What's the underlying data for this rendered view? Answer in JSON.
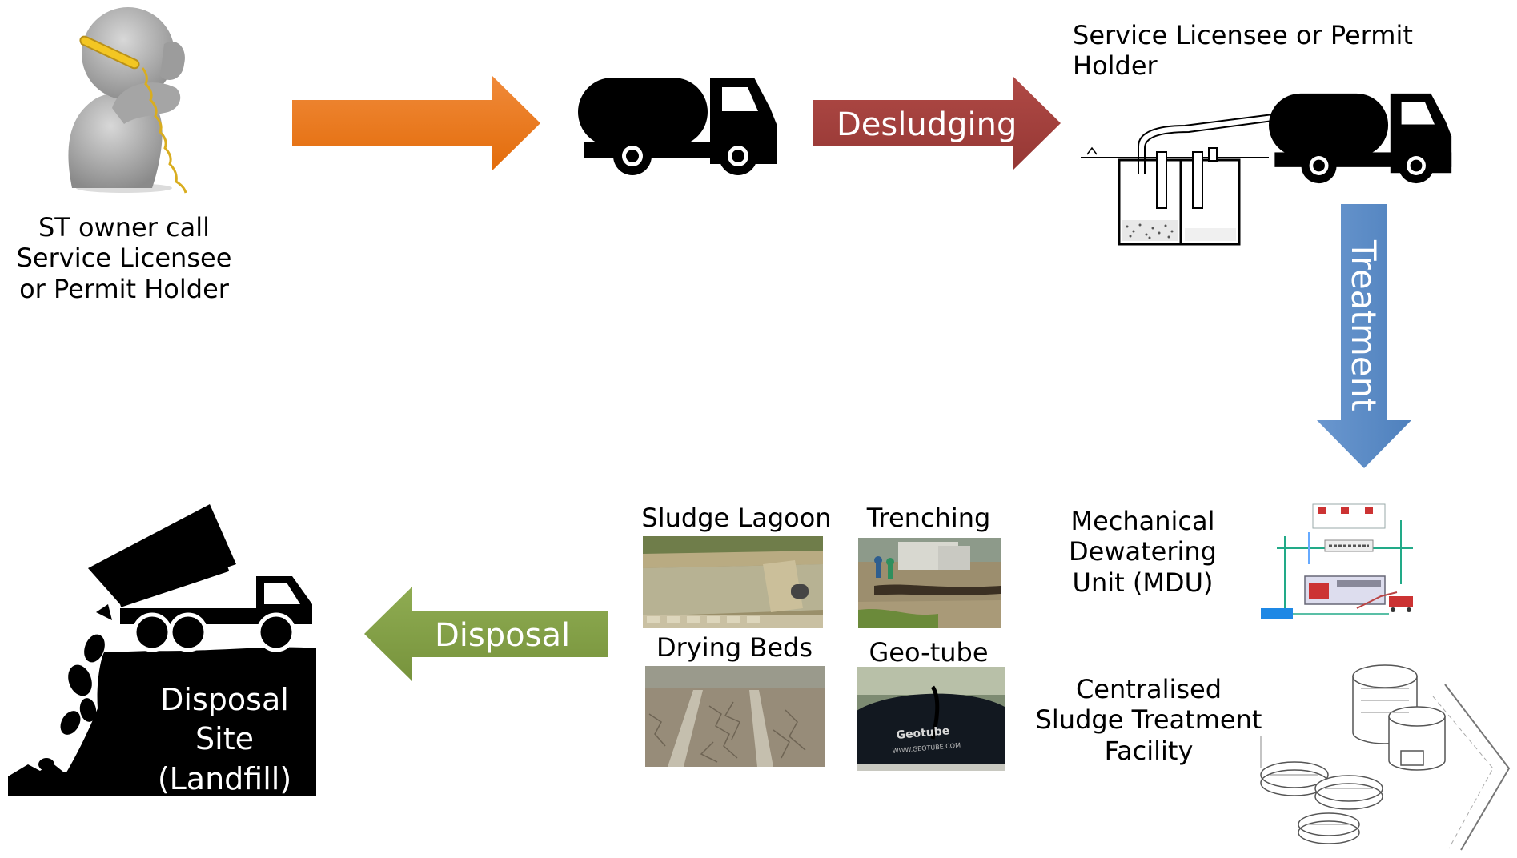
{
  "caller_label": "ST owner call Service Licensee or Permit Holder",
  "top_right_title": "Service Licensee or Permit Holder",
  "arrows": {
    "desludging": "Desludging",
    "treatment": "Treatment",
    "disposal": "Disposal"
  },
  "mdu_label": "Mechanical Dewatering Unit (MDU)",
  "cstf_label": "Centralised Sludge Treatment Facility",
  "options": {
    "sludge_lagoon": "Sludge Lagoon",
    "trenching": "Trenching",
    "drying_beds": "Drying Beds",
    "geo_tube": "Geo-tube"
  },
  "geotube_print": "Geotube",
  "geotube_url": "WWW.GEOTUBE.COM",
  "landfill_label": "Disposal Site (Landfill)",
  "colors": {
    "orange_arrow": "#E36C0A",
    "red_arrow": "#953734",
    "blue_arrow": "#4F81BD",
    "green_arrow": "#77933C"
  }
}
